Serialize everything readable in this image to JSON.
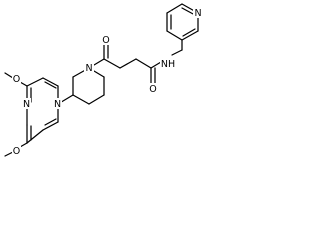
{
  "molecule": {
    "labels": {
      "o_top": "O",
      "o_bottom": "O",
      "n_pyr1": "N",
      "n_pyr2": "N",
      "n_pip": "N",
      "o_ketone": "O",
      "nh_amide": "NH",
      "o_amide": "O",
      "n_pyridine": "N"
    }
  }
}
